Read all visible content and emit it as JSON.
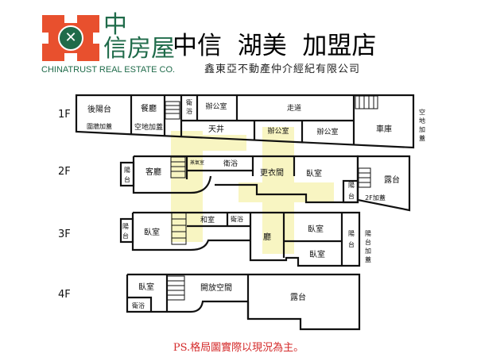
{
  "header": {
    "brand_cn_line1": "中",
    "brand_cn_line2": "信房屋",
    "brand_en": "CHINATRUST REAL ESTATE CO.",
    "title": "中信  湖美  加盟店",
    "subtitle": "鑫東亞不動產仲介經紀有限公司"
  },
  "colors": {
    "brand_red": "#e8502e",
    "brand_green": "#1f6b4a",
    "note_red": "#d42a2a"
  },
  "floors": {
    "f1": {
      "label": "1F",
      "rooms": [
        "後陽台",
        "圍牆加蓋",
        "餐廳",
        "空地加蓋",
        "衛",
        "浴",
        "辦公室",
        "走道",
        "天井",
        "辦公室",
        "辦公室",
        "車庫"
      ],
      "side_note": [
        "空",
        "地",
        "加",
        "蓋"
      ]
    },
    "f2": {
      "label": "2F",
      "rooms": [
        "陽",
        "台",
        "客廳",
        "蒸氣室",
        "衛浴",
        "更衣間",
        "臥室",
        "陽",
        "台",
        "2F加蓋",
        "露台"
      ]
    },
    "f3": {
      "label": "3F",
      "rooms": [
        "陽",
        "台",
        "臥室",
        "和室",
        "衛浴",
        "廳",
        "臥室",
        "臥室",
        "陽",
        "台"
      ],
      "side_note": [
        "陽",
        "台",
        "加",
        "蓋"
      ]
    },
    "f4": {
      "label": "4F",
      "rooms": [
        "臥室",
        "衛浴",
        "開放空間",
        "露台"
      ]
    }
  },
  "note": "PS.格局圖實際以現況為主。"
}
